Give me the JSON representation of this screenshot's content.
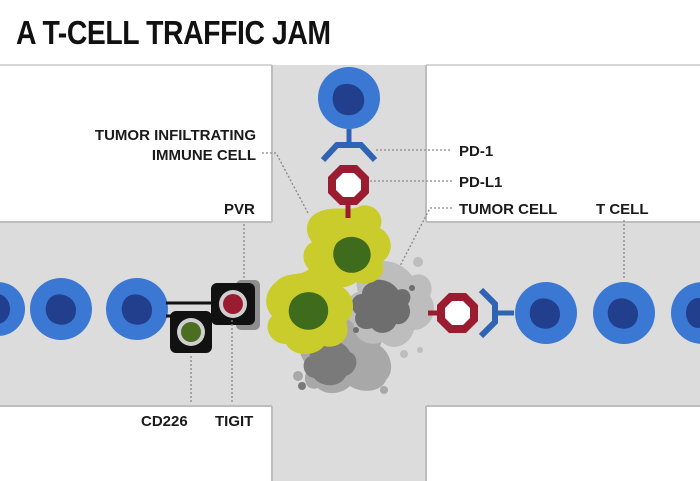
{
  "title": "A T-CELL TRAFFIC JAM",
  "labels": {
    "tumor_infiltrating_line1": "TUMOR INFILTRATING",
    "tumor_infiltrating_line2": "IMMUNE CELL",
    "pd1": "PD-1",
    "pdl1": "PD-L1",
    "tumor_cell": "TUMOR CELL",
    "t_cell": "T CELL",
    "pvr": "PVR",
    "cd226": "CD226",
    "tigit": "TIGIT"
  },
  "colors": {
    "road": "#dcdcdc",
    "road_edge": "#bdbdbd",
    "t_cell_outer": "#3a78d4",
    "t_cell_nucleus": "#213f8c",
    "receptor": "#2f63b3",
    "pdl1_red": "#9b1b30",
    "immune_cell": "#c9cc2a",
    "immune_nucleus": "#3f6b1c",
    "tumor_dark": "#6e6e6e",
    "tumor_light": "#a8a8a8",
    "cd226_green": "#4c6e22",
    "title": "#111111"
  }
}
